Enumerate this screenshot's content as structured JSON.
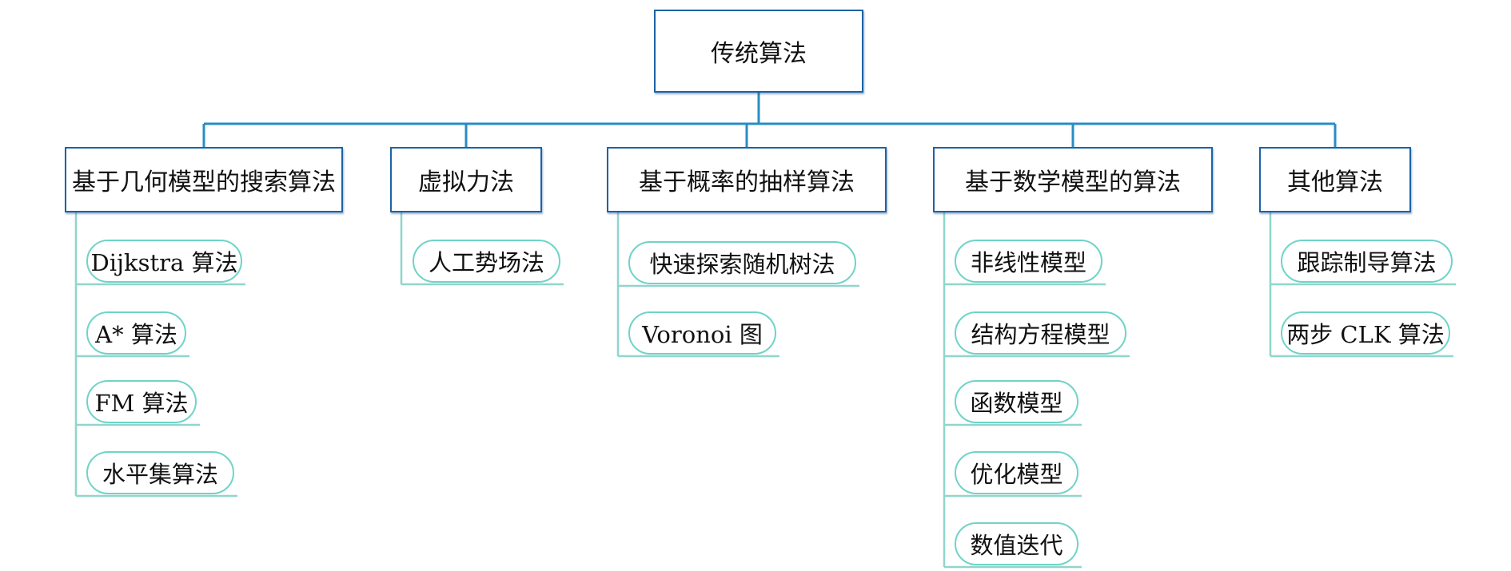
{
  "root": {
    "label": "传统算法"
  },
  "categories": [
    {
      "label": "基于几何模型的搜索算法",
      "items": [
        "Dijkstra 算法",
        "A* 算法",
        "FM 算法",
        "水平集算法"
      ]
    },
    {
      "label": "虚拟力法",
      "items": [
        "人工势场法"
      ]
    },
    {
      "label": "基于概率的抽样算法",
      "items": [
        "快速探索随机树法",
        "Voronoi 图"
      ]
    },
    {
      "label": "基于数学模型的算法",
      "items": [
        "非线性模型",
        "结构方程模型",
        "函数模型",
        "优化模型",
        "数值迭代"
      ]
    },
    {
      "label": "其他算法",
      "items": [
        "跟踪制导算法",
        "两步 CLK 算法"
      ]
    }
  ],
  "colors": {
    "box_border": "#1d63a6",
    "connector": "#2a8cc4",
    "pill_border": "#6fd3c8",
    "branch": "#8fd6cc"
  }
}
